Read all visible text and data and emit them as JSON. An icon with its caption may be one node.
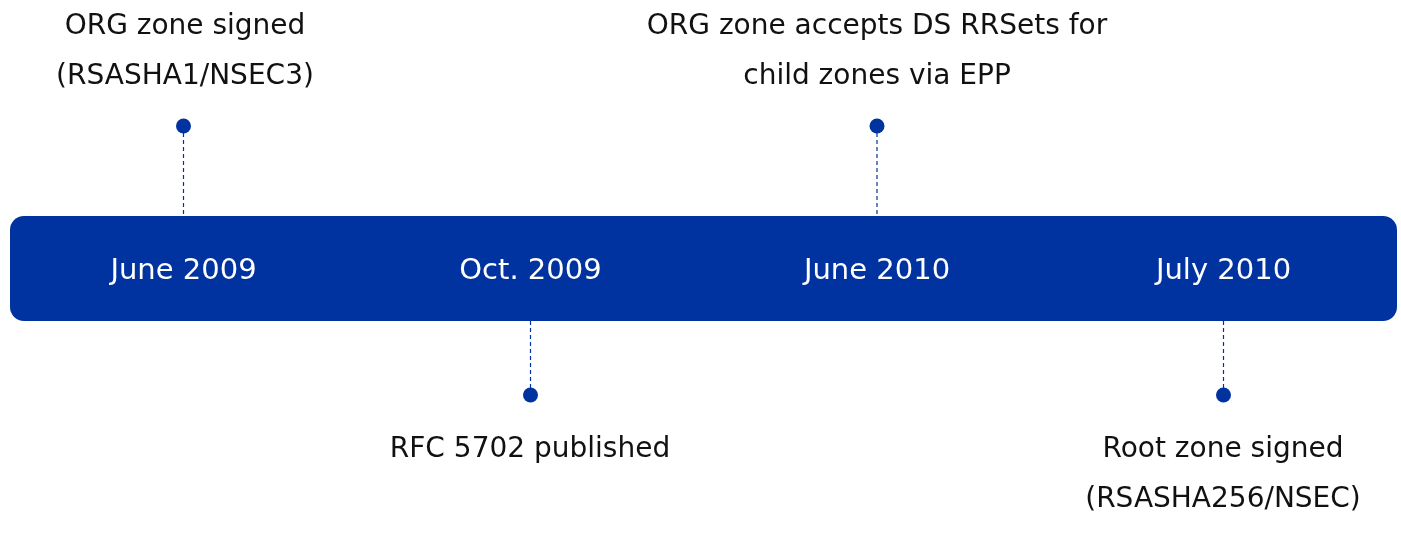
{
  "diagram": {
    "nodes": [
      {
        "text": [
          "ORG zone signed (RSASHA1/NSEC3)"
        ]
      },
      {
        "text": [
          "ORG zone accepts DS RRSets for child zones via EPP"
        ]
      },
      {
        "text": [],
        "shape": "bar"
      },
      {
        "text": [
          "June 2009"
        ],
        "in": 2
      },
      {
        "text": [
          "Oct. 2009"
        ],
        "in": 2
      },
      {
        "text": [
          "June 2010"
        ],
        "in": 2
      },
      {
        "text": [
          "July 2010"
        ],
        "in": 2
      },
      {
        "text": [
          "RFC 5702 published"
        ]
      },
      {
        "text": [
          "Root zone signed (RSASHA256/NSEC)"
        ]
      }
    ],
    "edges": [
      {
        "from": 0,
        "to": 3,
        "arrow": "other",
        "style": "dashed"
      },
      {
        "from": 1,
        "to": 5,
        "arrow": "other",
        "style": "dashed"
      },
      {
        "from": 7,
        "to": 4,
        "arrow": "other",
        "style": "dashed"
      },
      {
        "from": 8,
        "to": 6,
        "arrow": "other",
        "style": "dashed"
      }
    ]
  }
}
